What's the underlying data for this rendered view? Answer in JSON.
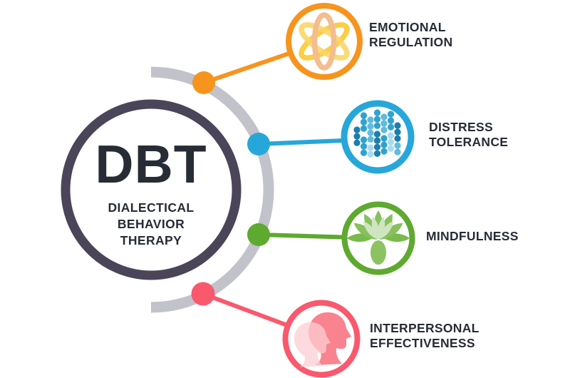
{
  "title": {
    "acronym": "DBT",
    "subtitle_line1": "DIALECTICAL",
    "subtitle_line2": "BEHAVIOR",
    "subtitle_line3": "THERAPY"
  },
  "items": [
    {
      "id": "emotional-regulation",
      "line1": "EMOTIONAL",
      "line2": "REGULATION",
      "icon": "atom-icon",
      "color": "#f7941e"
    },
    {
      "id": "distress-tolerance",
      "line1": "DISTRESS",
      "line2": "TOLERANCE",
      "icon": "bead-pattern-icon",
      "color": "#27a7d9"
    },
    {
      "id": "mindfulness",
      "line1": "MINDFULNESS",
      "line2": "",
      "icon": "lotus-icon",
      "color": "#5ea930"
    },
    {
      "id": "interpersonal-effectiveness",
      "line1": "INTERPERSONAL",
      "line2": "EFFECTIVENESS",
      "icon": "head-profiles-icon",
      "color": "#f9586d"
    }
  ],
  "colors": {
    "accent_orange": "#f7941e",
    "accent_blue": "#27a7d9",
    "accent_green": "#5ea930",
    "accent_pink": "#f9586d",
    "hub_ring": "#4b4559",
    "arc_gray": "#c2c2cb",
    "text_ink": "#272c35"
  }
}
